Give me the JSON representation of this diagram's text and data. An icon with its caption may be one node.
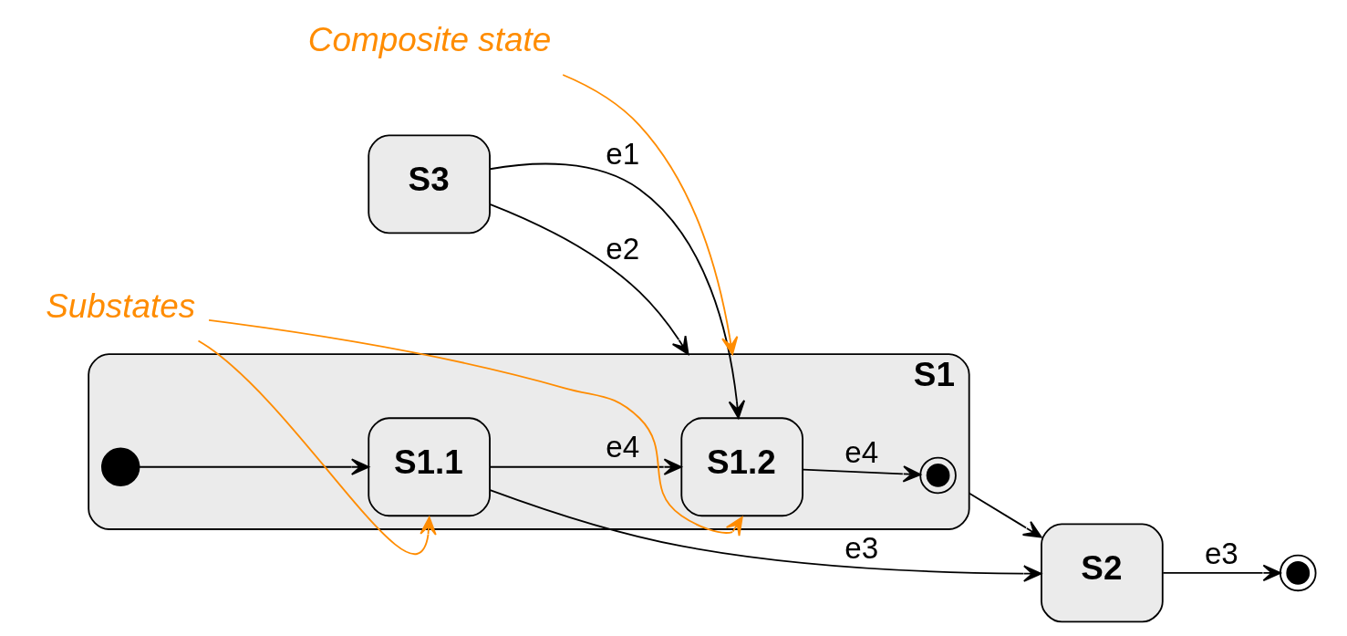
{
  "diagram": {
    "nodes": [
      {
        "text": [
          "S3"
        ]
      },
      {
        "text": [
          "S1"
        ]
      },
      {
        "text": [],
        "shape": "circle",
        "in": 1
      },
      {
        "text": [
          "S1.1"
        ],
        "in": 1
      },
      {
        "text": [
          "S1.2"
        ],
        "in": 1
      },
      {
        "text": [],
        "shape": "bullseye",
        "in": 1
      },
      {
        "text": [
          "S2"
        ]
      },
      {
        "text": [],
        "shape": "bullseye"
      },
      {
        "text": [
          "Composite state"
        ]
      },
      {
        "text": [
          "Substates"
        ]
      }
    ],
    "edges": [
      {
        "from": 0,
        "to": 4,
        "arrow": "to",
        "label": "e1"
      },
      {
        "from": 0,
        "to": 1,
        "arrow": "to",
        "label": "e2"
      },
      {
        "from": 2,
        "to": 3,
        "arrow": "to"
      },
      {
        "from": 3,
        "to": 4,
        "arrow": "to",
        "label": "e4"
      },
      {
        "from": 4,
        "to": 5,
        "arrow": "to",
        "label": "e4"
      },
      {
        "from": 1,
        "to": 6,
        "arrow": "to"
      },
      {
        "from": 6,
        "to": 7,
        "arrow": "to",
        "label": "e3"
      },
      {
        "from": 3,
        "to": 6,
        "arrow": "to",
        "label": "e3"
      },
      {
        "from": 8,
        "to": 1,
        "arrow": "to",
        "color": "#ff8c00"
      },
      {
        "from": 9,
        "to": 3,
        "arrow": "to",
        "color": "#ff8c00"
      },
      {
        "from": 9,
        "to": 4,
        "arrow": "to",
        "color": "#ff8c00"
      }
    ]
  }
}
